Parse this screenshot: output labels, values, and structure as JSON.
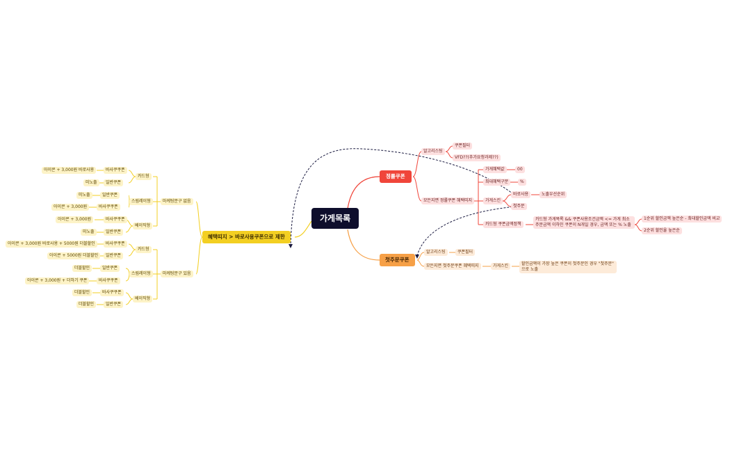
{
  "root": {
    "label": "가게목록"
  },
  "jeongryul": {
    "label": "정률쿠폰",
    "algorithm": {
      "label": "알고리스팅",
      "children": [
        "쿠폰필터",
        "VFD??(추가요청과제??)"
      ]
    },
    "benefit": {
      "label": "모든지면 정률쿠폰 혜택띠지",
      "store_benefit": "가게혜택값",
      "store_benefit_val": "00",
      "max_benefit_type": "최대혜택구분",
      "max_benefit_val": "%",
      "store_skin": "가게스킨",
      "direct_use": "바로사용",
      "expose_priority": "노출우선순위",
      "first_order": "첫주문",
      "card_policy": "카드형 쿠폰금액정책",
      "card_desc": "카드형 가게목록 && 쿠폰사용조건금액 <= 가게 최소주문금액 이하인 쿠폰이 N개일 경우, 금액 또는 % 노출",
      "rank1": "1순위 할인금액 높은순 - 최대할인금액 비교",
      "rank2": "2순위 할인율 높은순"
    }
  },
  "first_coupon": {
    "label": "첫주문쿠폰",
    "algorithm": {
      "label": "알고리스팅",
      "child": "쿠폰필터"
    },
    "benefit": {
      "label": "모든지면 첫주문쿠폰 혜택띠지",
      "skin": "가게스킨",
      "desc": "할인금액이 가장 높은 쿠폰이 첫주문인 경우 \"첫주문\" 으로 노출"
    }
  },
  "limit": {
    "label": "혜택띠지 > 바로사용쿠폰으로 제한",
    "no_phrase": {
      "label": "마케팅문구 없음",
      "card": {
        "label": "카드형",
        "items": [
          {
            "type": "바사쿠쿠폰",
            "desc": "아이콘 + 3,000원 바로사용"
          },
          {
            "type": "일반쿠폰",
            "desc": "미노출"
          }
        ]
      },
      "sim": {
        "label": "스림레이형",
        "items": [
          {
            "type": "일반쿠폰",
            "desc": "미노출"
          },
          {
            "type": "바사쿠쿠폰",
            "desc": "아이콘 + 3,000원"
          }
        ]
      },
      "basic": {
        "label": "베이직형",
        "items": [
          {
            "type": "바사쿠쿠폰",
            "desc": "아이콘 + 3,000원"
          },
          {
            "type": "일반쿠폰",
            "desc": "미노출"
          }
        ]
      }
    },
    "has_phrase": {
      "label": "마케팅문구 있음",
      "card": {
        "label": "카드형",
        "items": [
          {
            "type": "바사쿠쿠폰",
            "desc": "아이콘 + 3,000원 바로사용 + 5000원 더블할인"
          },
          {
            "type": "일반쿠폰",
            "desc": "아이콘 + 5000원 더블할인"
          }
        ]
      },
      "sim": {
        "label": "스림레이형",
        "items": [
          {
            "type": "일반쿠폰",
            "desc": "더블할인"
          },
          {
            "type": "바사쿠쿠폰",
            "desc": "아이콘 + 3,000원 + 더하기 쿠폰"
          }
        ]
      },
      "basic": {
        "label": "베이직형",
        "items": [
          {
            "type": "바사쿠쿠폰",
            "desc": "더블할인"
          },
          {
            "type": "일반쿠폰",
            "desc": "더블할인"
          }
        ]
      }
    }
  },
  "colors": {
    "root": "#0e0e2c",
    "red": "#f0453a",
    "orange": "#f6a047",
    "yellow": "#f3cf22"
  }
}
